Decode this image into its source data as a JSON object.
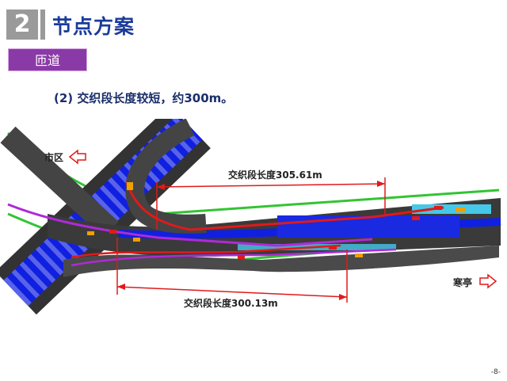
{
  "header": {
    "section_number": "2",
    "title": "节点方案"
  },
  "section_tag": "匝道",
  "subtitle": "(2) 交织段长度较短，约300m。",
  "diagram": {
    "labels": {
      "city": "市区",
      "hanting": "寒亭",
      "weave_upper": "交织段长度305.61m",
      "weave_lower": "交织段长度300.13m"
    },
    "colors": {
      "road": "#333333",
      "lane_blue": "#1020e0",
      "verge_green": "#33c433",
      "path_red": "#e01a1a",
      "path_purple": "#b02ad6",
      "measure_red": "#e01a1a",
      "highlight_cyan": "#46c8e8"
    }
  },
  "footer": {
    "page": "-8-"
  }
}
